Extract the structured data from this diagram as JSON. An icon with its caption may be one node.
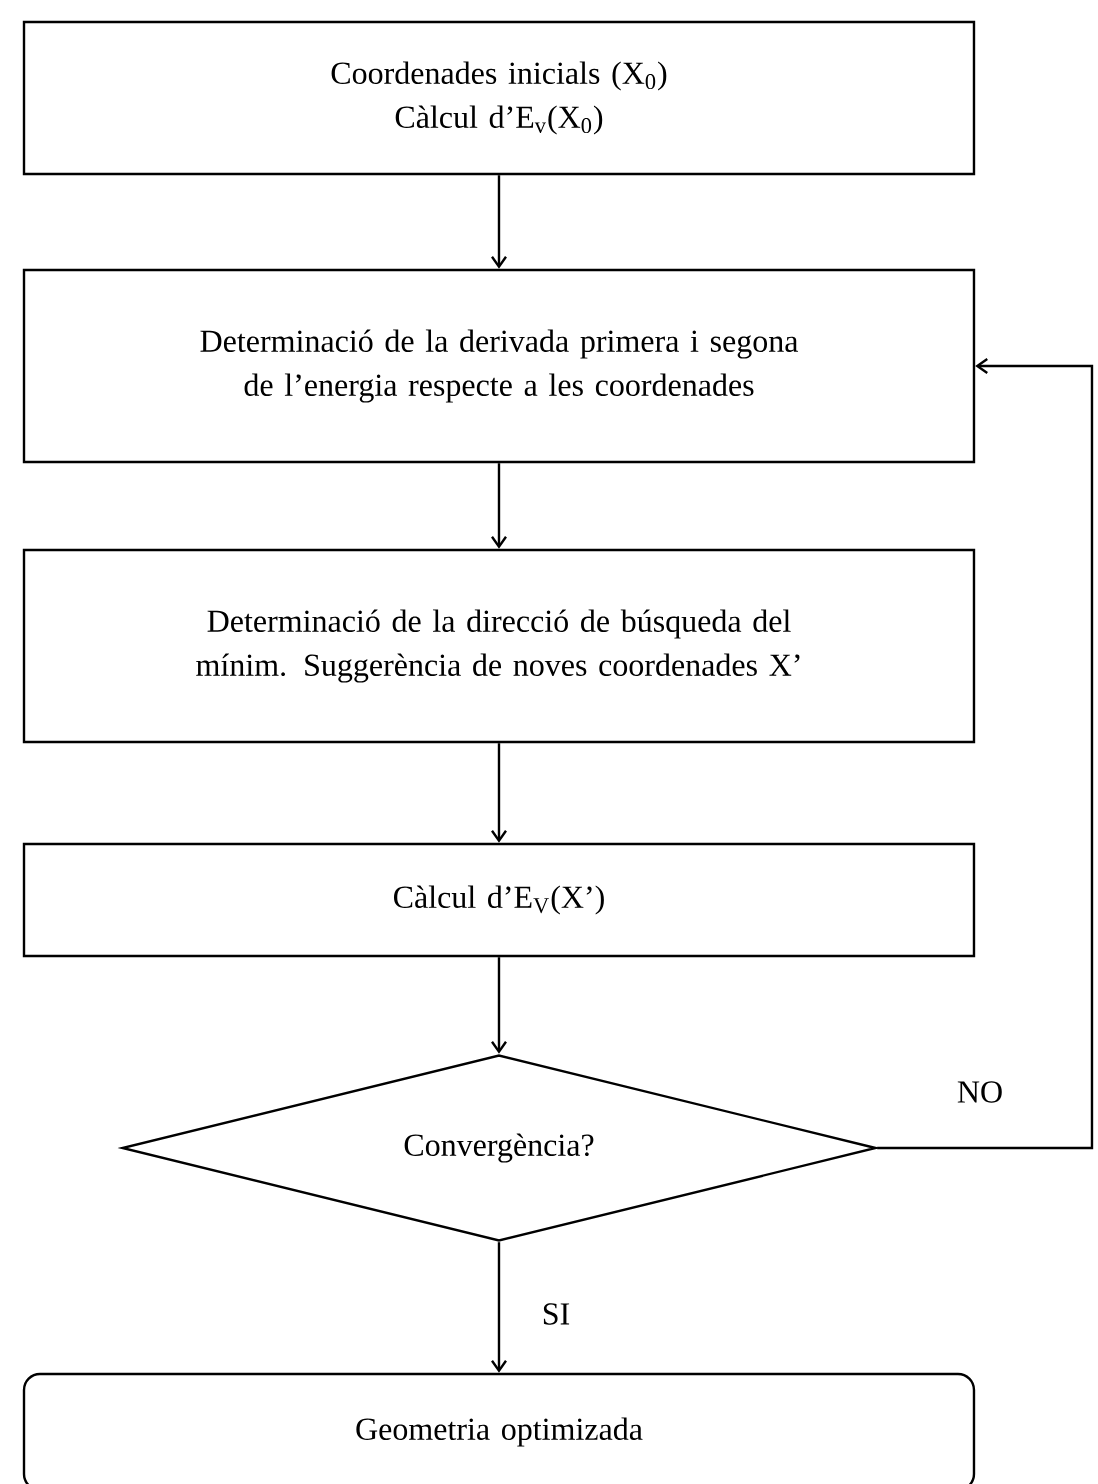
{
  "diagram": {
    "nodes": [
      {
        "text": [
          "Coordenades inicials (X$_{0}$)",
          "Càlcul d’E$_{v}$(X$_{0}$)"
        ]
      },
      {
        "text": [
          "Determinació de la derivada primera i segona de l’energia respecte a les coordenades"
        ]
      },
      {
        "text": [
          "Determinació de la direcció de búsqueda del mínim. Suggerència de noves coordenades X’"
        ]
      },
      {
        "text": [
          "Càlcul d’E$_{V}$(X’)"
        ]
      },
      {
        "text": [
          "Convergència?"
        ]
      },
      {
        "text": [
          "Geometria optimizada"
        ]
      }
    ],
    "edges": [
      {
        "from": 0,
        "to": 1,
        "arrow": "to"
      },
      {
        "from": 1,
        "to": 2,
        "arrow": "to"
      },
      {
        "from": 2,
        "to": 3,
        "arrow": "to"
      },
      {
        "from": 3,
        "to": 4,
        "arrow": "to"
      },
      {
        "from": 4,
        "to": 5,
        "arrow": "to",
        "label": "SI"
      },
      {
        "from": 4,
        "to": 1,
        "arrow": "to",
        "label": "NO"
      }
    ]
  }
}
